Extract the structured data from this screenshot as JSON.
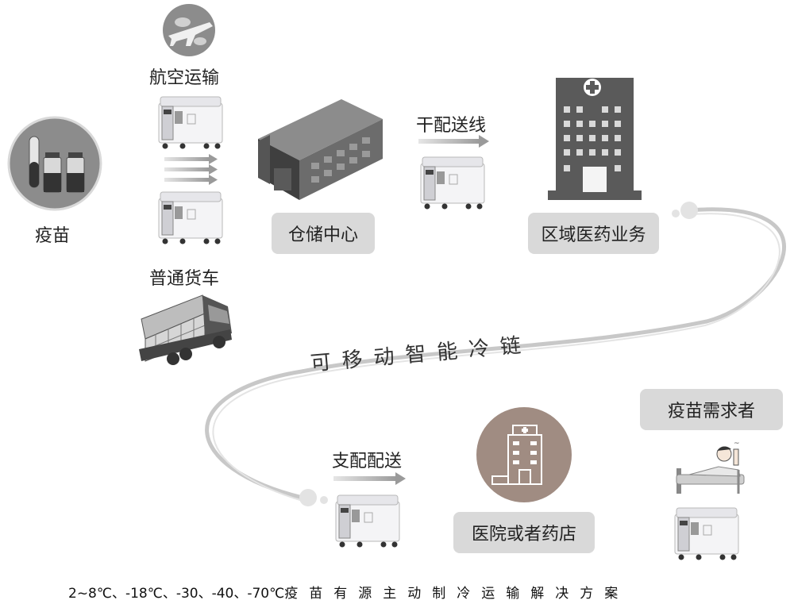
{
  "nodes": {
    "vaccine": "疫苗",
    "air": "航空运输",
    "truck": "普通货车",
    "warehouse": "仓储中心",
    "trunk_line": "干配送线",
    "regional": "区域医药业务",
    "branch": "支配配送",
    "hospital": "医院或者药店",
    "demander": "疫苗需求者"
  },
  "curve_title": "可移动智能冷链",
  "footer": {
    "temps": "2~8℃、-18℃、-30、-40、-70℃",
    "text": "疫苗有源主动制冷运输解决方案"
  },
  "colors": {
    "box": "#d9d9d9",
    "icon_dark": "#5a5a5a",
    "icon_mid": "#8c8c8c",
    "hospital_circle": "#a08c82"
  }
}
